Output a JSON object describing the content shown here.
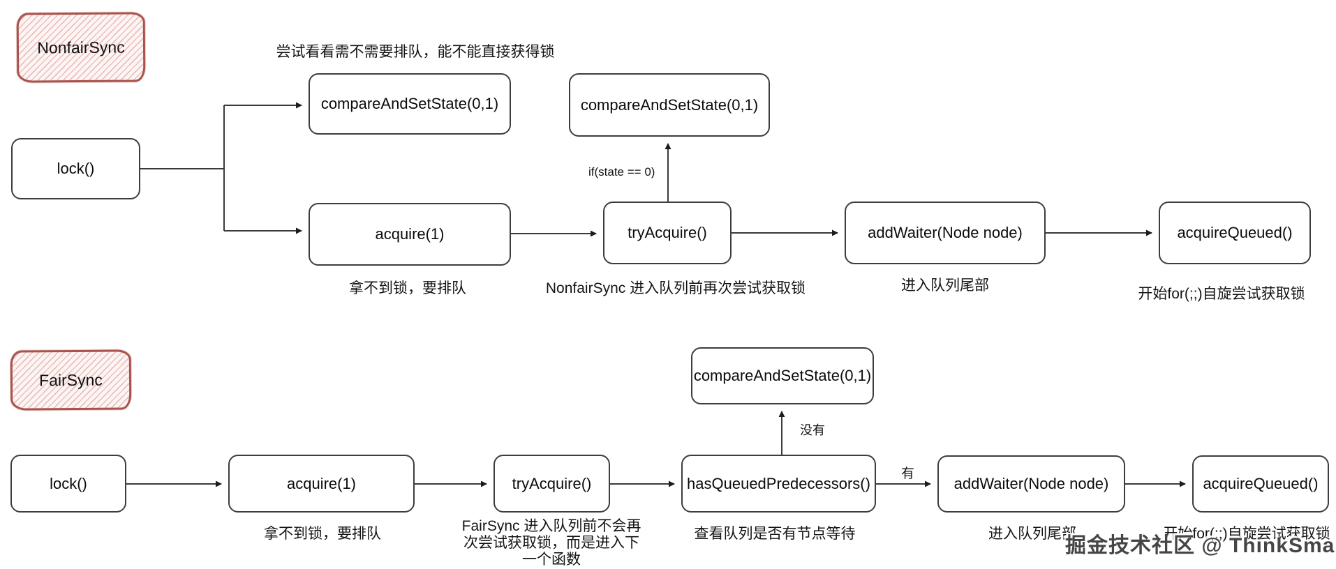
{
  "watermark": "掘金技术社区 @ ThinkSmart",
  "colors": {
    "node_border": "#3d3d3d",
    "edge_stroke": "#3a3a3a",
    "sketch_border": "#aa534d",
    "sketch_fill": "#fdf5f4",
    "text": "#141414",
    "watermark_text": "#454545"
  },
  "nonfair": {
    "tag": "NonfairSync",
    "annotation": "尝试看看需不需要排队，能不能直接获得锁",
    "nodes": {
      "lock": "lock()",
      "cas_direct": "compareAndSetState(0,1)",
      "cas_retry": "compareAndSetState(0,1)",
      "acquire": "acquire(1)",
      "try_acquire": "tryAcquire()",
      "add_waiter": "addWaiter(Node node)",
      "acquire_queued": "acquireQueued()"
    },
    "edge_labels": {
      "if_state": "if(state == 0)"
    },
    "captions": {
      "acquire": "拿不到锁，要排队",
      "try_acquire": "NonfairSync 进入队列前再次尝试获取锁",
      "add_waiter": "进入队列尾部",
      "acquire_queued": "开始for(;;)自旋尝试获取锁"
    }
  },
  "fair": {
    "tag": "FairSync",
    "nodes": {
      "lock": "lock()",
      "acquire": "acquire(1)",
      "try_acquire": "tryAcquire()",
      "has_queued_predecessors": "hasQueuedPredecessors()",
      "cas": "compareAndSetState(0,1)",
      "add_waiter": "addWaiter(Node node)",
      "acquire_queued": "acquireQueued()"
    },
    "edge_labels": {
      "no": "没有",
      "yes": "有"
    },
    "captions": {
      "acquire": "拿不到锁，要排队",
      "try_acquire": "FairSync 进入队列前不会再次尝试获取锁，而是进入下一个函数",
      "has_queued_predecessors": "查看队列是否有节点等待",
      "add_waiter": "进入队列尾部",
      "acquire_queued": "开始for(;;)自旋尝试获取锁"
    }
  }
}
